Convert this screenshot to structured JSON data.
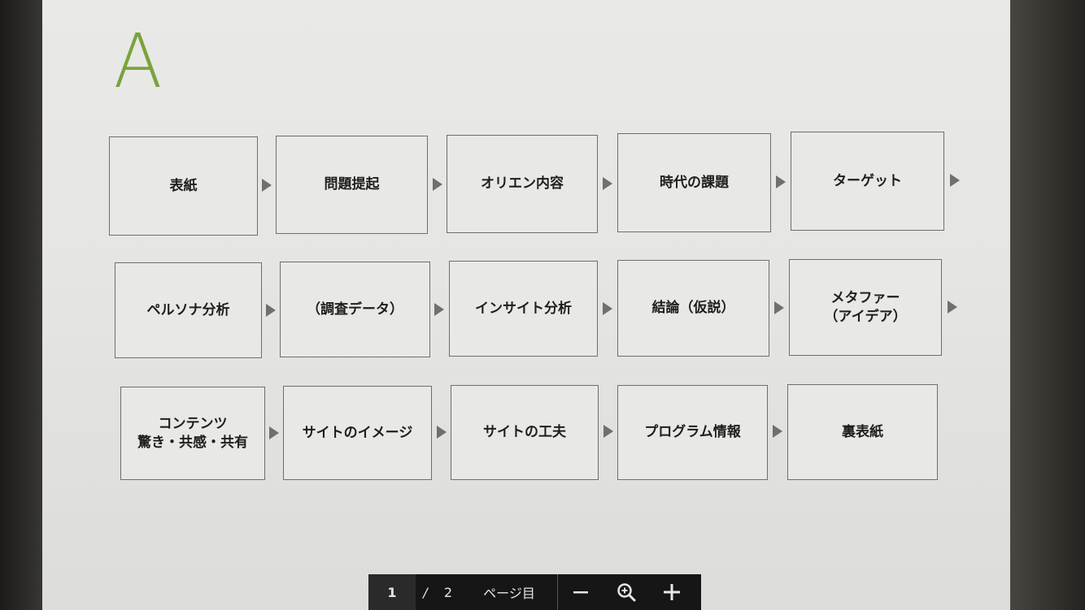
{
  "slide": {
    "letter": "A",
    "letter_color": "#7aa33c"
  },
  "flow": {
    "row1": [
      "表紙",
      "問題提起",
      "オリエン内容",
      "時代の課題",
      "ターゲット"
    ],
    "row2": [
      "ペルソナ分析",
      "（調査データ）",
      "インサイト分析",
      "結論（仮説）",
      "メタファー\n（アイデア）"
    ],
    "row3": [
      "コンテンツ\n驚き・共感・共有",
      "サイトのイメージ",
      "サイトの工夫",
      "プログラム情報",
      "裏表紙"
    ]
  },
  "toolbar": {
    "current_page": "1",
    "separator": "/",
    "total_pages": "2",
    "page_label": "ページ目",
    "zoom_out_icon": "minus-icon",
    "zoom_icon": "magnifier-icon",
    "zoom_in_icon": "plus-icon"
  }
}
